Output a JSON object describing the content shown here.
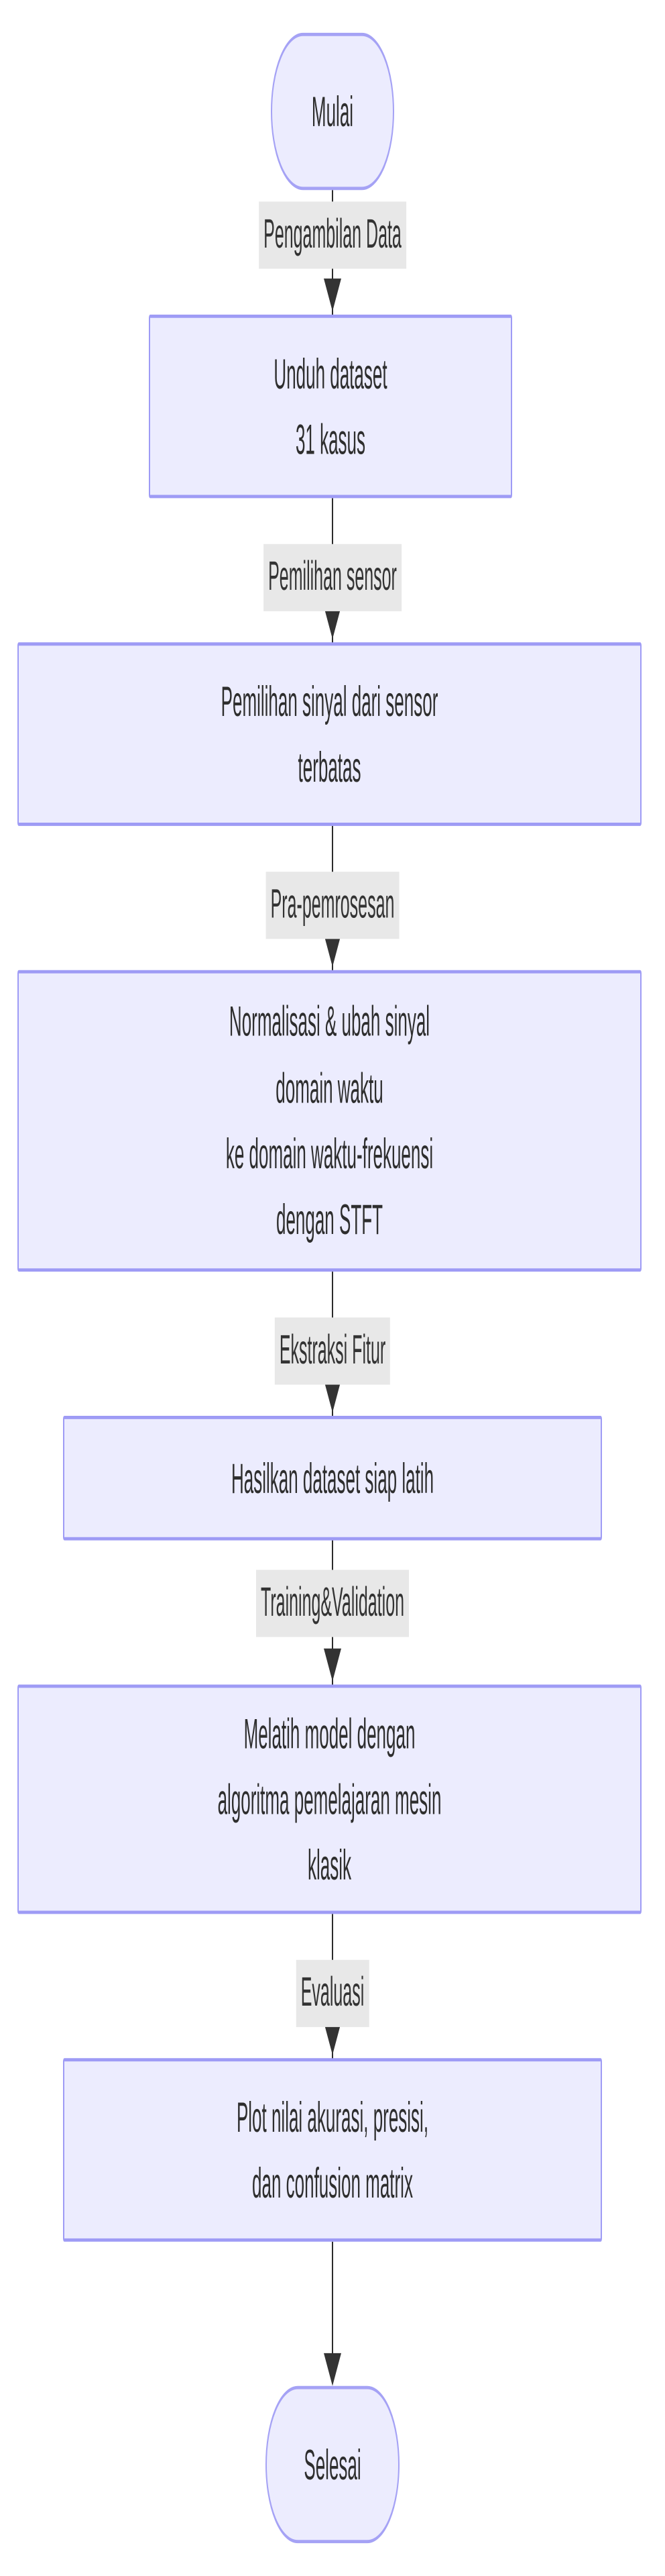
{
  "diagram": {
    "type": "flowchart",
    "orientation": "top-to-bottom",
    "theme": {
      "node_fill": "#ececfe",
      "node_border": "#9e9bf5",
      "edge_color": "#333333",
      "edge_label_background": "#e8e8e8",
      "text_color": "#333333",
      "canvas_background": "#ffffff"
    },
    "nodes": [
      {
        "id": "start",
        "shape": "stadium",
        "label": "Mulai"
      },
      {
        "id": "download",
        "shape": "rectangle",
        "label": "Unduh dataset\n31 kasus"
      },
      {
        "id": "select",
        "shape": "rectangle",
        "label": "Pemilihan sinyal dari sensor\nterbatas"
      },
      {
        "id": "preprocess",
        "shape": "rectangle",
        "label": "Normalisasi & ubah sinyal\ndomain waktu\nke domain waktu-frekuensi\ndengan STFT"
      },
      {
        "id": "features",
        "shape": "rectangle",
        "label": "Hasilkan dataset siap latih"
      },
      {
        "id": "train",
        "shape": "rectangle",
        "label": "Melatih model dengan\nalgoritma pemelajaran mesin\nklasik"
      },
      {
        "id": "evaluate",
        "shape": "rectangle",
        "label": "Plot nilai akurasi, presisi,\ndan confusion matrix"
      },
      {
        "id": "end",
        "shape": "stadium",
        "label": "Selesai"
      }
    ],
    "edges": [
      {
        "from": "start",
        "to": "download",
        "label": "Pengambilan Data"
      },
      {
        "from": "download",
        "to": "select",
        "label": "Pemilihan sensor"
      },
      {
        "from": "select",
        "to": "preprocess",
        "label": "Pra-pemrosesan"
      },
      {
        "from": "preprocess",
        "to": "features",
        "label": "Ekstraksi Fitur"
      },
      {
        "from": "features",
        "to": "train",
        "label": "Training&Validation"
      },
      {
        "from": "train",
        "to": "evaluate",
        "label": "Evaluasi"
      },
      {
        "from": "evaluate",
        "to": "end",
        "label": ""
      }
    ]
  }
}
